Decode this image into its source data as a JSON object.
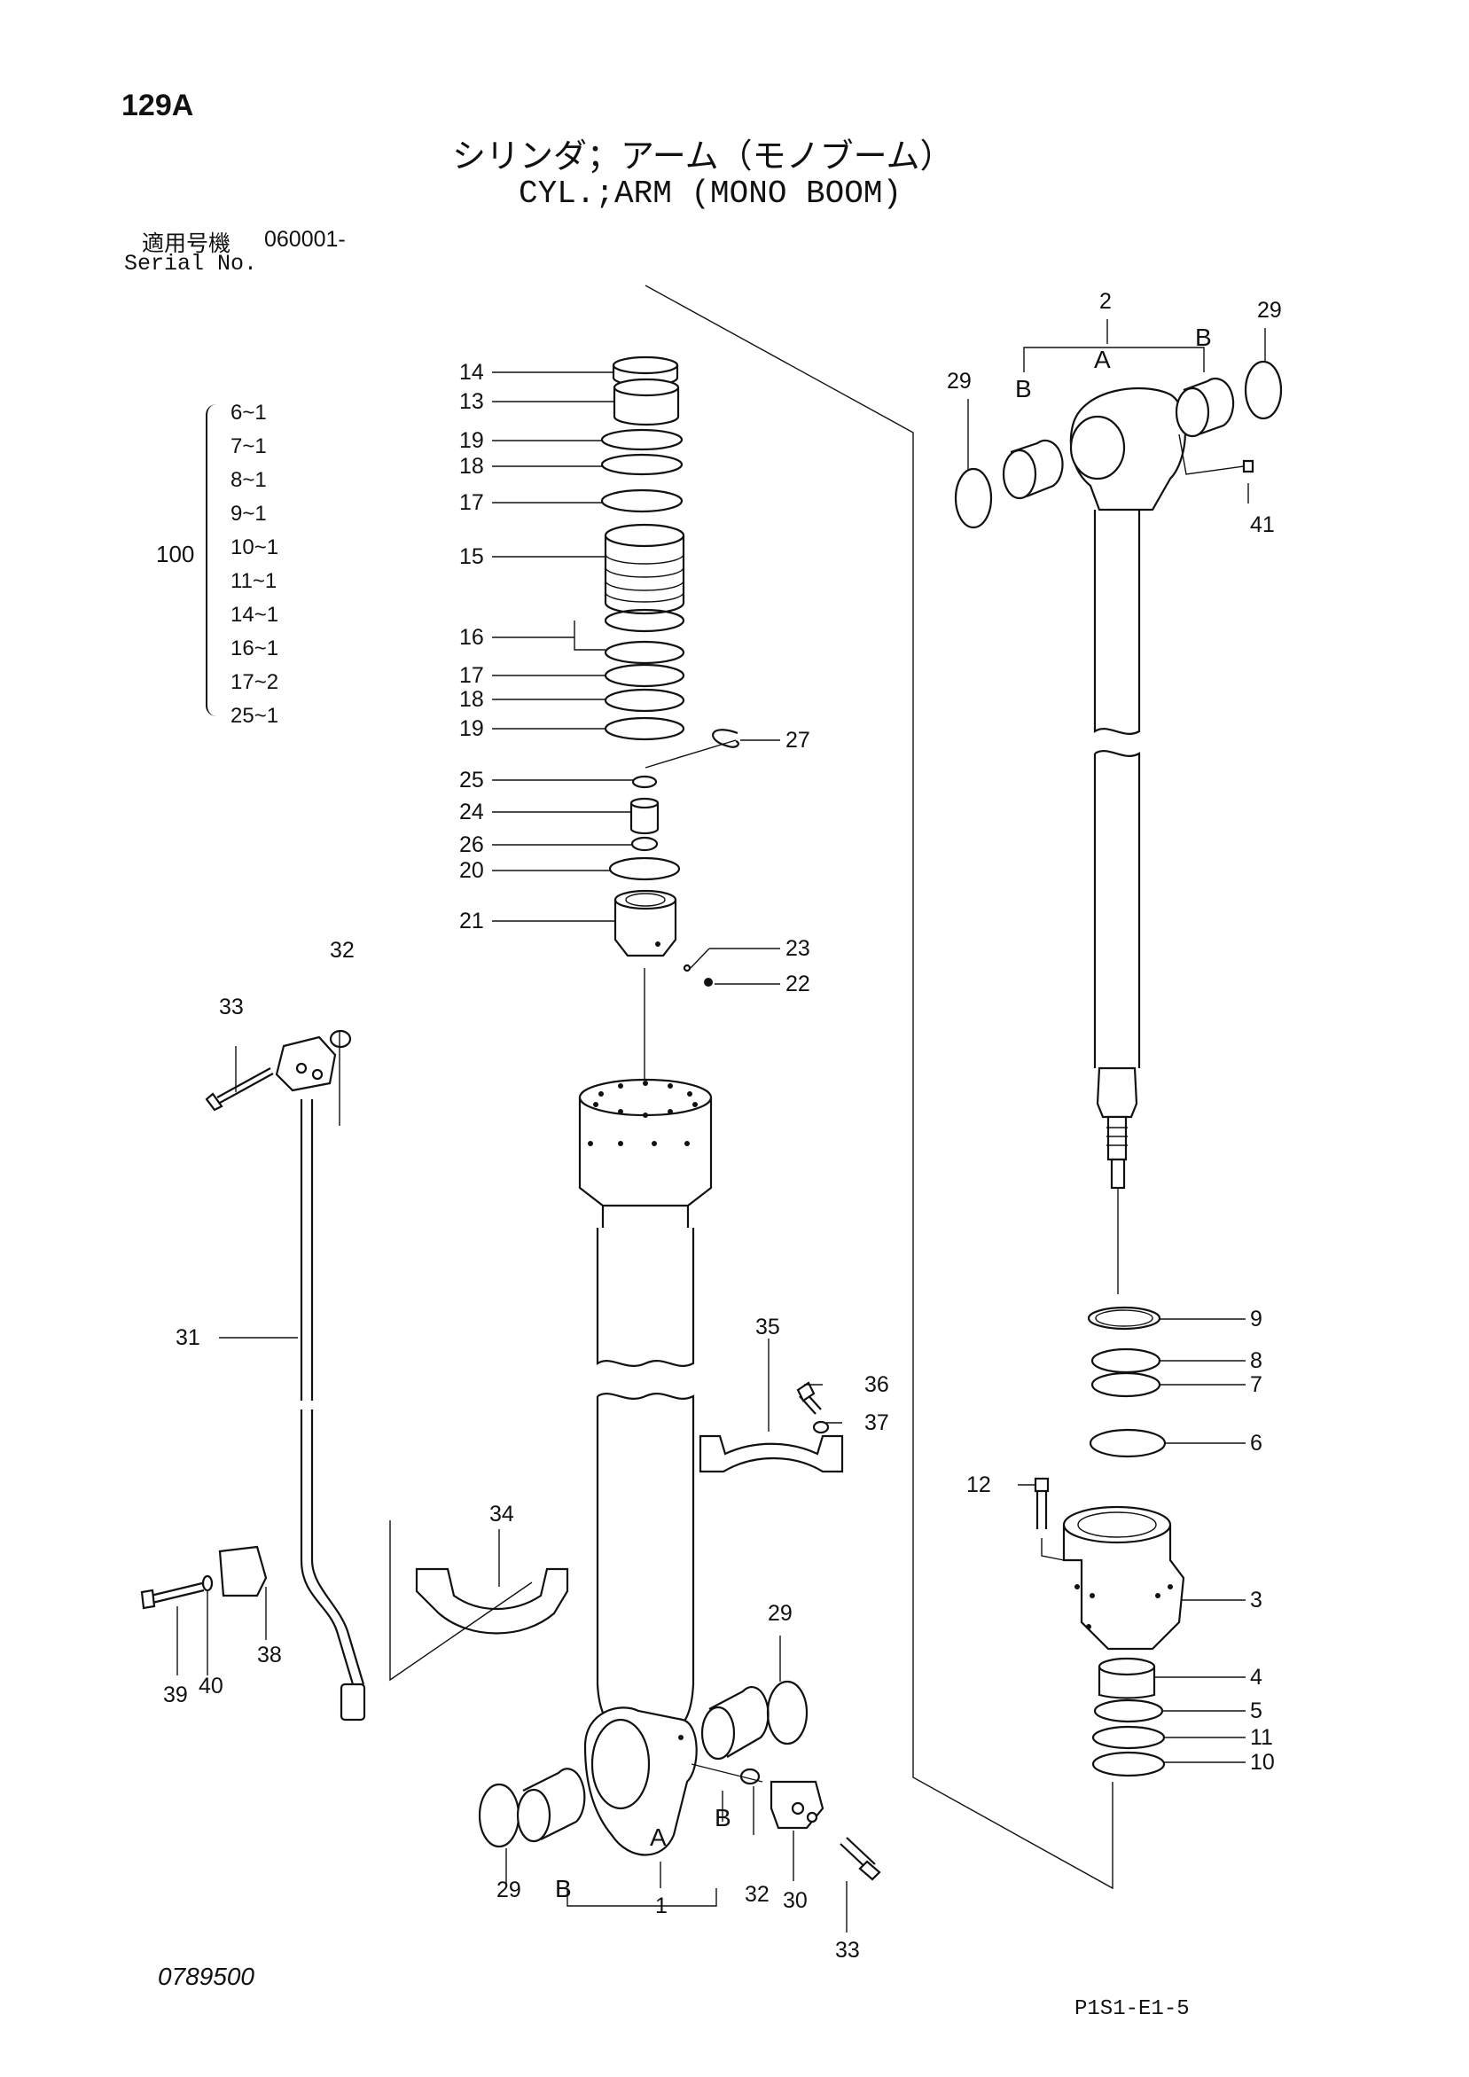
{
  "page_number": "129A",
  "title_japanese": "シリンダ；アーム（モノブーム）",
  "title_english": "CYL.;ARM (MONO BOOM)",
  "serial": {
    "label_japanese": "適用号機",
    "value": "060001-",
    "label_english": "Serial No."
  },
  "assembly_group": {
    "number": "100",
    "items": [
      "6~1",
      "7~1",
      "8~1",
      "9~1",
      "10~1",
      "11~1",
      "14~1",
      "16~1",
      "17~2",
      "25~1"
    ]
  },
  "part_labels": [
    "14",
    "13",
    "19",
    "18",
    "17",
    "15",
    "16",
    "17",
    "18",
    "19",
    "25",
    "24",
    "26",
    "20",
    "21",
    "27",
    "23",
    "22",
    "32",
    "33",
    "31",
    "2",
    "A",
    "B",
    "B",
    "29",
    "29",
    "41",
    "9",
    "8",
    "7",
    "6",
    "12",
    "3",
    "4",
    "5",
    "11",
    "10",
    "35",
    "36",
    "37",
    "34",
    "38",
    "39",
    "40",
    "29",
    "A",
    "B",
    "1",
    "29",
    "B",
    "32",
    "30",
    "33"
  ],
  "drawing_number": "0789500",
  "page_code": "P1S1-E1-5"
}
